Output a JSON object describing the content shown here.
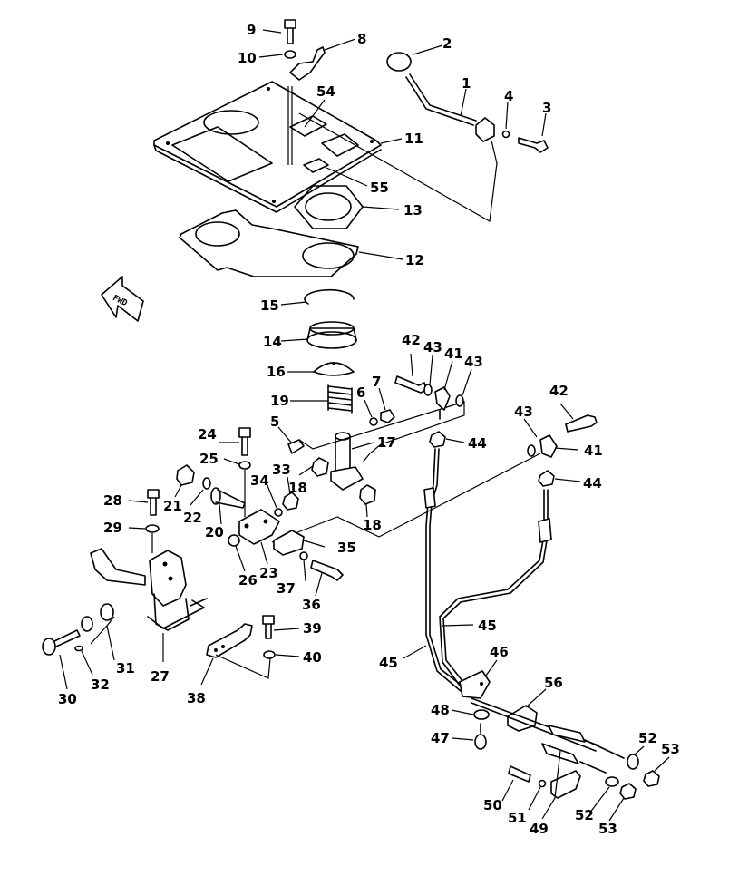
{
  "diagram": {
    "direction_badge": "FWD",
    "callouts": [
      {
        "id": "c1",
        "text": "1"
      },
      {
        "id": "c2",
        "text": "2"
      },
      {
        "id": "c3",
        "text": "3"
      },
      {
        "id": "c4",
        "text": "4"
      },
      {
        "id": "c5a",
        "text": "5"
      },
      {
        "id": "c6",
        "text": "6"
      },
      {
        "id": "c7",
        "text": "7"
      },
      {
        "id": "c8",
        "text": "8"
      },
      {
        "id": "c9",
        "text": "9"
      },
      {
        "id": "c10",
        "text": "10"
      },
      {
        "id": "c11",
        "text": "11"
      },
      {
        "id": "c12",
        "text": "12"
      },
      {
        "id": "c13",
        "text": "13"
      },
      {
        "id": "c14",
        "text": "14"
      },
      {
        "id": "c15",
        "text": "15"
      },
      {
        "id": "c16",
        "text": "16"
      },
      {
        "id": "c17",
        "text": "17"
      },
      {
        "id": "c18a",
        "text": "18"
      },
      {
        "id": "c18b",
        "text": "18"
      },
      {
        "id": "c19",
        "text": "19"
      },
      {
        "id": "c20",
        "text": "20"
      },
      {
        "id": "c21",
        "text": "21"
      },
      {
        "id": "c22",
        "text": "22"
      },
      {
        "id": "c23",
        "text": "23"
      },
      {
        "id": "c24",
        "text": "24"
      },
      {
        "id": "c25",
        "text": "25"
      },
      {
        "id": "c26",
        "text": "26"
      },
      {
        "id": "c27",
        "text": "27"
      },
      {
        "id": "c28",
        "text": "28"
      },
      {
        "id": "c29",
        "text": "29"
      },
      {
        "id": "c30",
        "text": "30"
      },
      {
        "id": "c31",
        "text": "31"
      },
      {
        "id": "c32",
        "text": "32"
      },
      {
        "id": "c33",
        "text": "33"
      },
      {
        "id": "c34",
        "text": "34"
      },
      {
        "id": "c35",
        "text": "35"
      },
      {
        "id": "c36",
        "text": "36"
      },
      {
        "id": "c37",
        "text": "37"
      },
      {
        "id": "c38",
        "text": "38"
      },
      {
        "id": "c39",
        "text": "39"
      },
      {
        "id": "c40",
        "text": "40"
      },
      {
        "id": "c41a",
        "text": "41"
      },
      {
        "id": "c41b",
        "text": "41"
      },
      {
        "id": "c42a",
        "text": "42"
      },
      {
        "id": "c42b",
        "text": "42"
      },
      {
        "id": "c43a",
        "text": "43"
      },
      {
        "id": "c43b",
        "text": "43"
      },
      {
        "id": "c43c",
        "text": "43"
      },
      {
        "id": "c44a",
        "text": "44"
      },
      {
        "id": "c44b",
        "text": "44"
      },
      {
        "id": "c45a",
        "text": "45"
      },
      {
        "id": "c45b",
        "text": "45"
      },
      {
        "id": "c46",
        "text": "46"
      },
      {
        "id": "c47",
        "text": "47"
      },
      {
        "id": "c48",
        "text": "48"
      },
      {
        "id": "c49",
        "text": "49"
      },
      {
        "id": "c50",
        "text": "50"
      },
      {
        "id": "c51",
        "text": "51"
      },
      {
        "id": "c52a",
        "text": "52"
      },
      {
        "id": "c52b",
        "text": "52"
      },
      {
        "id": "c53a",
        "text": "53"
      },
      {
        "id": "c53b",
        "text": "53"
      },
      {
        "id": "c54",
        "text": "54"
      },
      {
        "id": "c55",
        "text": "55"
      },
      {
        "id": "c56",
        "text": "56"
      }
    ]
  }
}
